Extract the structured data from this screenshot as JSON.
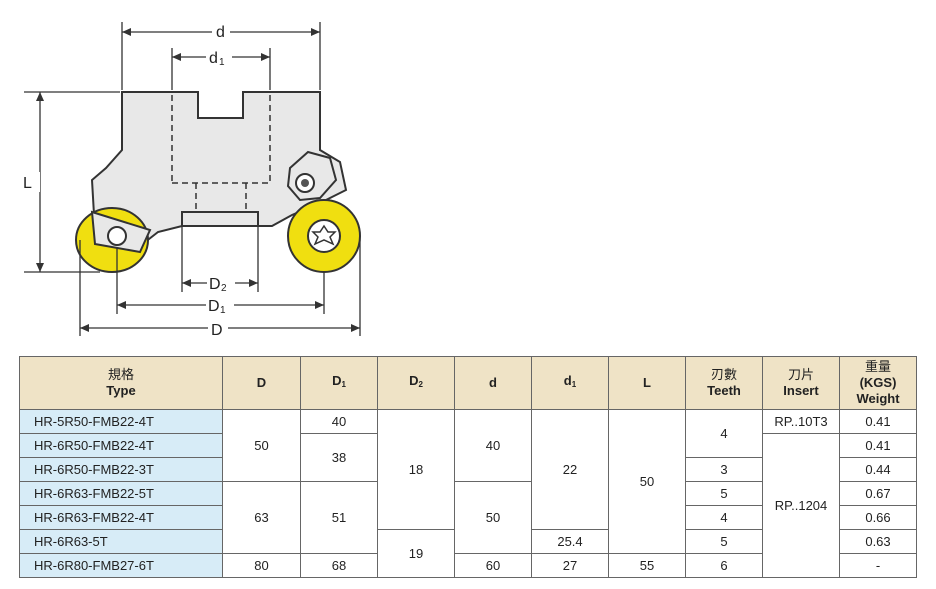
{
  "drawing": {
    "labels": {
      "d": "d",
      "d1_main": "d",
      "d1_sub": "1",
      "L": "L",
      "D2_main": "D",
      "D2_sub": "2",
      "D1_main": "D",
      "D1_sub": "1",
      "D": "D"
    },
    "colors": {
      "insert": "#f0df10",
      "body": "#e8e8e8",
      "line": "#333333"
    }
  },
  "table": {
    "headers": {
      "type_zh": "規格",
      "type_en": "Type",
      "D": "D",
      "D1_main": "D",
      "D1_sub": "1",
      "D2_main": "D",
      "D2_sub": "2",
      "d": "d",
      "d1_main": "d",
      "d1_sub": "1",
      "L": "L",
      "teeth_zh": "刃數",
      "teeth_en": "Teeth",
      "insert_zh": "刀片",
      "insert_en": "Insert",
      "weight_zh": "重量",
      "weight_unit": "(KGS)",
      "weight_en": "Weight"
    },
    "types": [
      "HR-5R50-FMB22-4T",
      "HR-6R50-FMB22-4T",
      "HR-6R50-FMB22-3T",
      "HR-6R63-FMB22-5T",
      "HR-6R63-FMB22-4T",
      "HR-6R63-5T",
      "HR-6R80-FMB27-6T"
    ],
    "D": [
      "50",
      "63",
      "80"
    ],
    "D1": [
      "40",
      "38",
      "51",
      "68"
    ],
    "D2": [
      "18",
      "19"
    ],
    "d": [
      "40",
      "50",
      "60"
    ],
    "d1": [
      "22",
      "25.4",
      "27"
    ],
    "L": [
      "50",
      "55"
    ],
    "teeth": [
      "4",
      "3",
      "5",
      "4",
      "5",
      "6"
    ],
    "insert": [
      "RP..10T3",
      "RP..1204"
    ],
    "weight": [
      "0.41",
      "0.41",
      "0.44",
      "0.67",
      "0.66",
      "0.63",
      "-"
    ]
  }
}
